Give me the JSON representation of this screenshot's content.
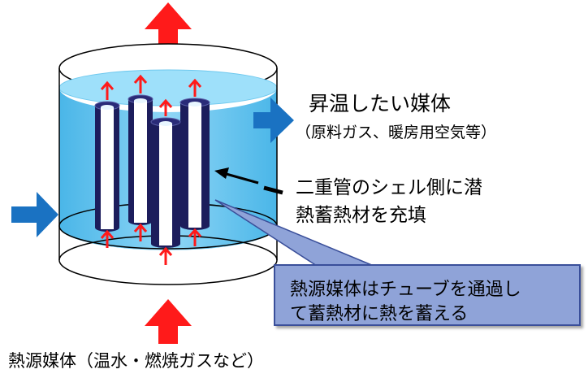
{
  "labels": {
    "target_medium": "昇温したい媒体",
    "target_medium_examples": "（原料ガス、暖房用空気等）",
    "pcm_line1": "二重管のシェル側に潜",
    "pcm_line2": "熱蓄熱材を充填",
    "callout_line1": "熱源媒体はチューブを通過し",
    "callout_line2": "て蓄熱材に熱を蓄える",
    "heat_source": "熱源媒体（温水・燃焼ガスなど）"
  },
  "colors": {
    "liquid": "#5ec1ec",
    "tube_outer": "#1c1d5c",
    "arrow_red": "#ff1a1a",
    "arrow_blue": "#1a72c2",
    "callout_fill": "#8fa3d8",
    "callout_border": "#3a4f9a"
  },
  "icons": {
    "up_arrow": "red-up-arrow-icon",
    "side_arrow": "blue-right-arrow-icon",
    "pointer": "black-left-arrow-icon"
  }
}
